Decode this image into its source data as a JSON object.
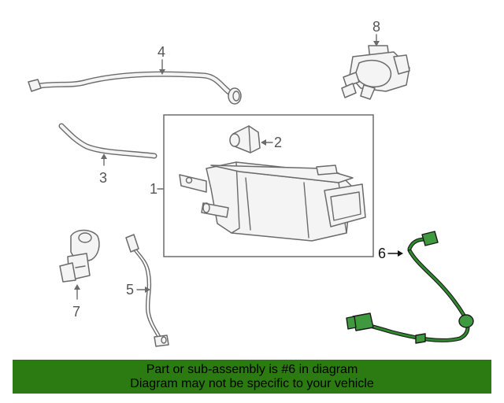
{
  "diagram": {
    "callouts": {
      "c1": "1",
      "c2": "2",
      "c3": "3",
      "c4": "4",
      "c5": "5",
      "c6": "6",
      "c7": "7",
      "c8": "8"
    },
    "highlight_color": "#3f9a3f"
  },
  "banner": {
    "line1": "Part or sub-assembly is #6 in diagram",
    "line2": "Diagram may not be specific to your vehicle",
    "background": "#2b7a12"
  }
}
